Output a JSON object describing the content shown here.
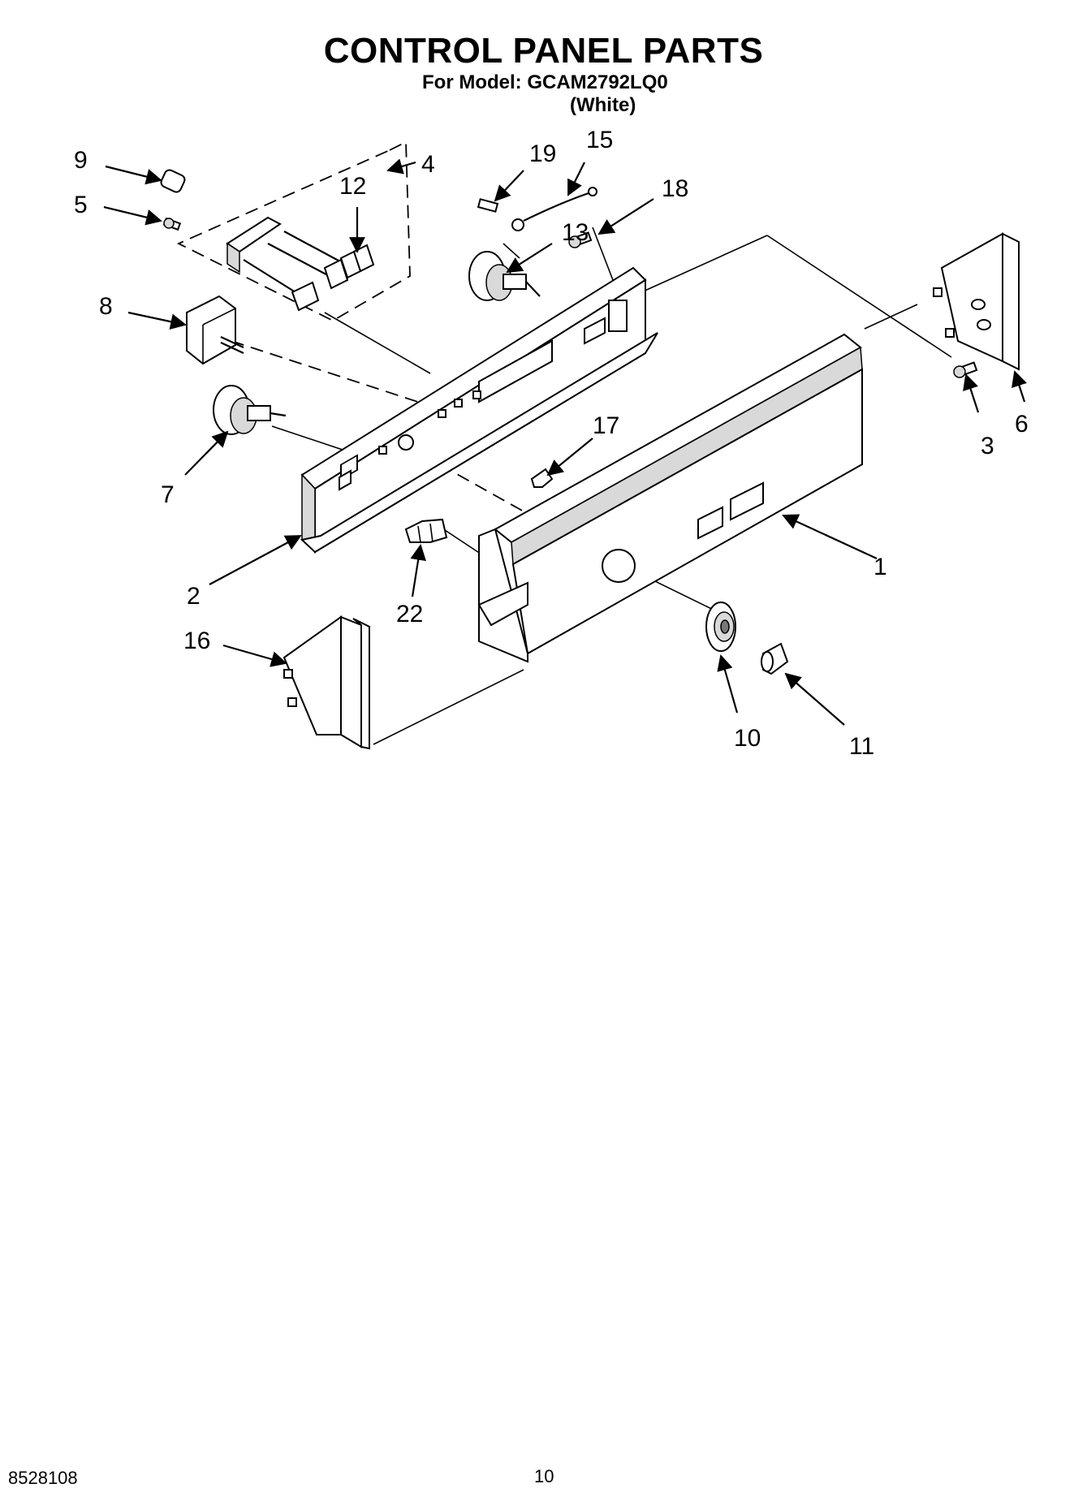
{
  "header": {
    "title": "CONTROL PANEL PARTS",
    "model_line": "For Model: GCAM2792LQ0",
    "variant": "(White)"
  },
  "callouts": {
    "c1": "1",
    "c2": "2",
    "c3": "3",
    "c4": "4",
    "c5": "5",
    "c6": "6",
    "c7": "7",
    "c8": "8",
    "c9": "9",
    "c10": "10",
    "c11": "11",
    "c12": "12",
    "c13": "13",
    "c15": "15",
    "c16": "16",
    "c17": "17",
    "c18": "18",
    "c19": "19",
    "c22": "22"
  },
  "footer": {
    "doc_number": "8528108",
    "page_number": "10"
  }
}
